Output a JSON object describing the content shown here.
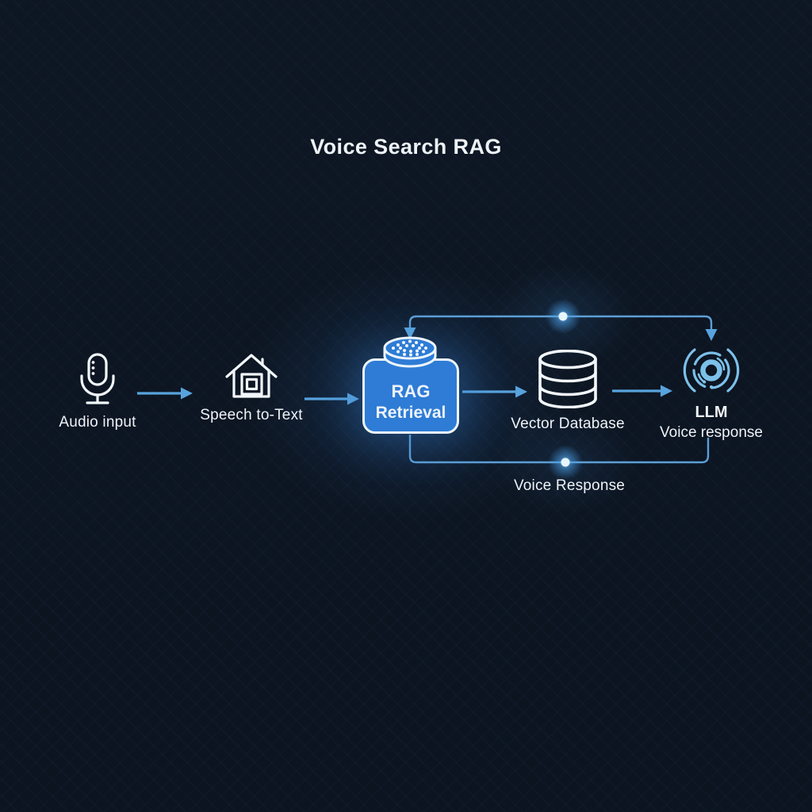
{
  "title": "Voice Search RAG",
  "nodes": {
    "audio_input": {
      "label": "Audio input",
      "icon": "microphone-icon"
    },
    "speech_to_text": {
      "label": "Speech to-Text",
      "icon": "home-icon"
    },
    "rag_retrieval": {
      "line1": "RAG",
      "line2": "Retrieval",
      "icon": "speaker-disc-icon"
    },
    "vector_database": {
      "label": "Vector Database",
      "icon": "database-icon"
    },
    "llm": {
      "line1": "LLM",
      "line2": "Voice response",
      "icon": "voice-wave-icon"
    }
  },
  "flow_label": {
    "bottom": "Voice Response"
  },
  "colors": {
    "background": "#0c1420",
    "accent_arrow": "#58a3dd",
    "accent_line": "#5d9fd6",
    "box_fill": "#2e7cd6",
    "box_border": "#edf5fc",
    "icon_white": "#f2f7fb",
    "llm_icon": "#7cc0ea",
    "glow_dot_core": "#e8f5ff",
    "text": "#eef3f8"
  }
}
